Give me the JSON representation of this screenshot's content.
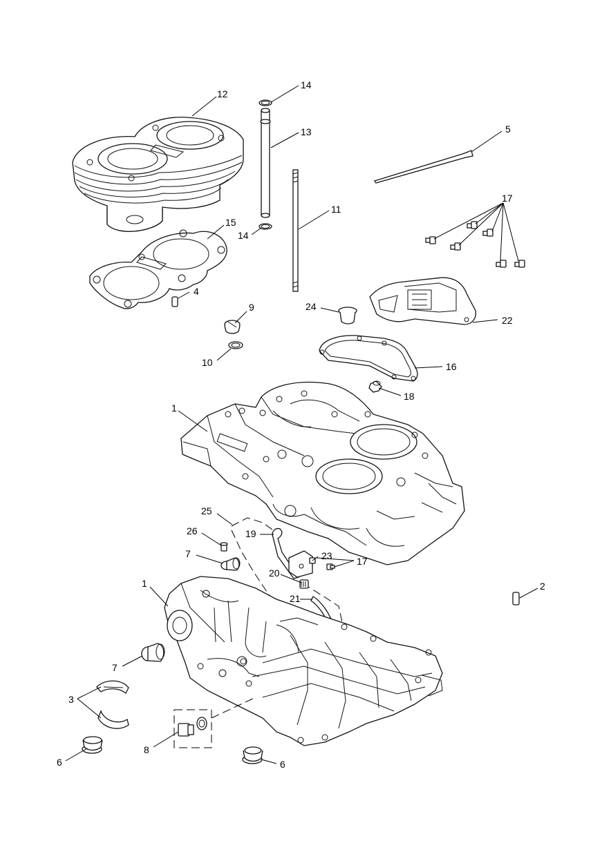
{
  "diagram": {
    "callouts": [
      {
        "id": "c12",
        "text": "12"
      },
      {
        "id": "c14a",
        "text": "14"
      },
      {
        "id": "c13",
        "text": "13"
      },
      {
        "id": "c5",
        "text": "5"
      },
      {
        "id": "c17a",
        "text": "17"
      },
      {
        "id": "c11",
        "text": "11"
      },
      {
        "id": "c15",
        "text": "15"
      },
      {
        "id": "c14b",
        "text": "14"
      },
      {
        "id": "c4",
        "text": "4"
      },
      {
        "id": "c9",
        "text": "9"
      },
      {
        "id": "c24",
        "text": "24"
      },
      {
        "id": "c22",
        "text": "22"
      },
      {
        "id": "c10",
        "text": "10"
      },
      {
        "id": "c16",
        "text": "16"
      },
      {
        "id": "c18",
        "text": "18"
      },
      {
        "id": "c1a",
        "text": "1"
      },
      {
        "id": "c25",
        "text": "25"
      },
      {
        "id": "c26",
        "text": "26"
      },
      {
        "id": "c19",
        "text": "19"
      },
      {
        "id": "c7a",
        "text": "7"
      },
      {
        "id": "c23",
        "text": "23"
      },
      {
        "id": "c17b",
        "text": "17"
      },
      {
        "id": "c20",
        "text": "20"
      },
      {
        "id": "c1b",
        "text": "1"
      },
      {
        "id": "c2",
        "text": "2"
      },
      {
        "id": "c21",
        "text": "21"
      },
      {
        "id": "c7b",
        "text": "7"
      },
      {
        "id": "c3",
        "text": "3"
      },
      {
        "id": "c8",
        "text": "8"
      },
      {
        "id": "c6a",
        "text": "6"
      },
      {
        "id": "c6b",
        "text": "6"
      }
    ]
  }
}
